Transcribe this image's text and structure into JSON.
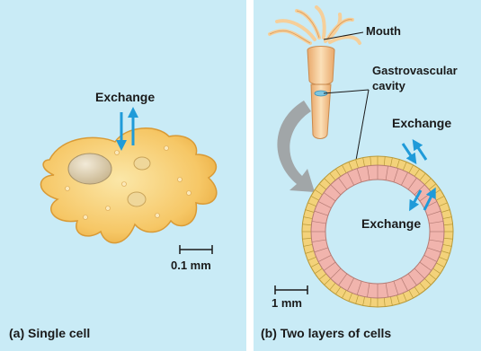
{
  "panel_a": {
    "exchange_label": "Exchange",
    "scale_label": "0.1 mm",
    "caption": "(a) Single cell"
  },
  "panel_b": {
    "mouth_label": "Mouth",
    "cavity_label_line1": "Gastrovascular",
    "cavity_label_line2": "cavity",
    "exchange_outer_label": "Exchange",
    "exchange_inner_label": "Exchange",
    "scale_label": "1 mm",
    "caption": "(b) Two layers of cells"
  },
  "colors": {
    "panel_background": "#c9ebf6",
    "cell_fill": "#f6c766",
    "arrow_blue": "#1f9bd9",
    "outer_cell_layer": "#f3d27a",
    "inner_cell_layer": "#f1b4ad",
    "hydra_body": "#f5c998",
    "curved_arrow": "#9a9a9a"
  }
}
